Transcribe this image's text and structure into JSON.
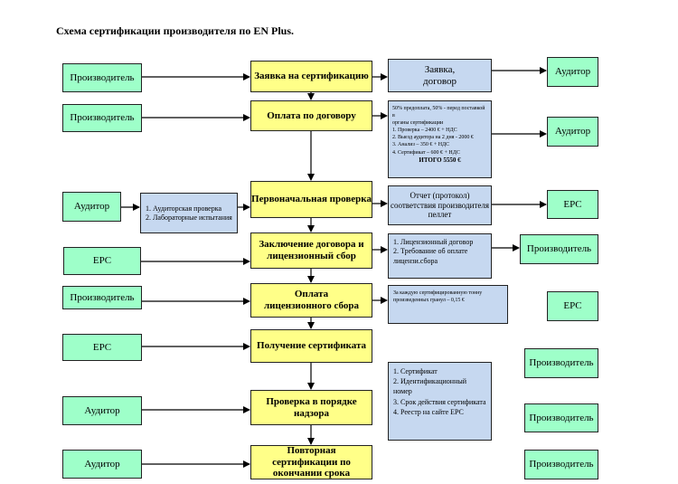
{
  "title": "Схема сертификации производителя по EN Plus.",
  "left_column": [
    "Производитель",
    "Производитель",
    "Аудитор",
    "EPC",
    "Производитель",
    "EPC",
    "Аудитор",
    "Аудитор"
  ],
  "steps": [
    "Заявка на сертификацию",
    "Оплата по договору",
    "Первоначальная проверка",
    "Заключение договора и лицензионный сбор",
    "Оплата лицензионного сбора",
    "Получение сертификата",
    "Проверка в порядке надзора",
    "Повторная сертификации по окончании срока"
  ],
  "audit_box": [
    "1. Аудиторская проверка",
    "2. Лабораторные испытания"
  ],
  "details": {
    "request": [
      "Заявка,",
      "договор"
    ],
    "payment": [
      "50% предоплата, 50% - перед поставкой в",
      "органы сертификации",
      "1. Проверка – 2400 € + НДС",
      "2. Выезд аудитора на 2 дня - 2000 €",
      "3. Анализ – 350 € + НДС",
      "4. Сертификат – 600 € + НДС",
      "ИТОГО 5550 €"
    ],
    "report": [
      "Отчет (протокол)",
      "соответствия производителя",
      "пеллет"
    ],
    "license": [
      "1. Лицензионный договор",
      "2. Требование об оплате",
      "лицензи.сбора"
    ],
    "fee": [
      "За каждую сертифицированную тонну",
      "произведенных гранул – 0,15 €"
    ],
    "certificate": [
      "1. Сертификат",
      "2. Идентификационный номер",
      "3. Срок действия сертификата",
      "4. Реестр на сайте EPC"
    ]
  },
  "right_column": [
    "Аудитор",
    "Аудитор",
    "EPC",
    "Производитель",
    "EPC",
    "Производитель",
    "Производитель",
    "Производитель"
  ]
}
